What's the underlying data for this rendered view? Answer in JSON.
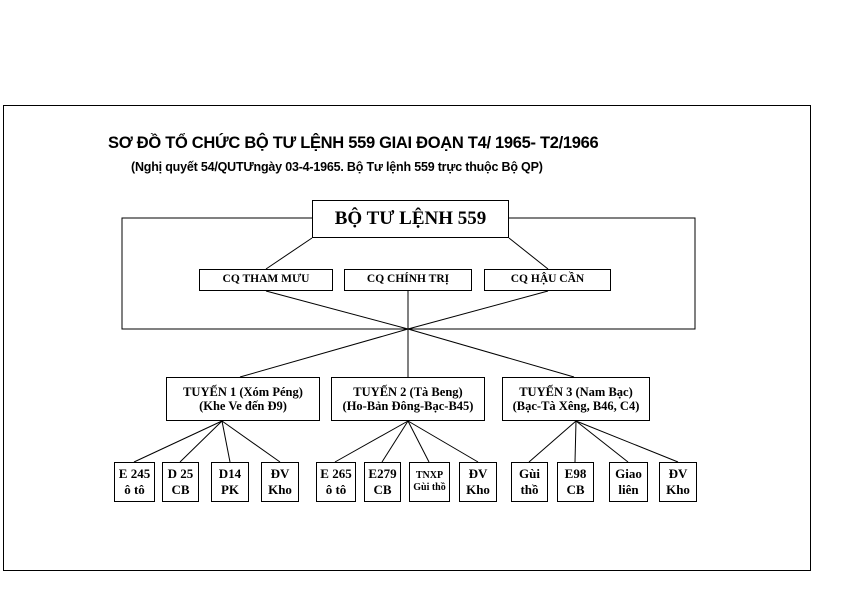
{
  "title": "SƠ ĐỒ TỔ CHỨC BỘ TƯ LỆNH 559 GIAI ĐOẠN T4/ 1965- T2/1966",
  "subtitle": "(Nghị quyết 54/QUTƯngày 03-4-1965. Bộ Tư lệnh 559 trực thuộc Bộ QP)",
  "command": "BỘ TƯ LỆNH 559",
  "agencies": [
    "CQ THAM MƯU",
    "CQ CHÍNH TRỊ",
    "CQ HẬU CẦN"
  ],
  "lines": [
    {
      "line1": "TUYẾN 1 (Xóm Péng)",
      "line2": "(Khe Ve đến Đ9)",
      "units": [
        {
          "line1": "E 245",
          "line2": "ô tô"
        },
        {
          "line1": "D 25",
          "line2": "CB"
        },
        {
          "line1": "D14",
          "line2": "PK"
        },
        {
          "line1": "ĐV",
          "line2": "Kho"
        }
      ]
    },
    {
      "line1": "TUYẾN 2 (Tà Beng)",
      "line2": "(Ho-Bản Đông-Bạc-B45)",
      "units": [
        {
          "line1": "E 265",
          "line2": "ô tô"
        },
        {
          "line1": "E279",
          "line2": "CB"
        },
        {
          "line1": "TNXP",
          "line2": "Gùi thồ"
        },
        {
          "line1": "ĐV",
          "line2": "Kho"
        }
      ]
    },
    {
      "line1": "TUYẾN 3 (Nam Bạc)",
      "line2": "(Bạc-Tà Xêng, B46, C4)",
      "units": [
        {
          "line1": "Gùi",
          "line2": "thồ"
        },
        {
          "line1": "E98",
          "line2": "CB"
        },
        {
          "line1": "Giao",
          "line2": "liên"
        },
        {
          "line1": "ĐV",
          "line2": "Kho"
        }
      ]
    }
  ]
}
